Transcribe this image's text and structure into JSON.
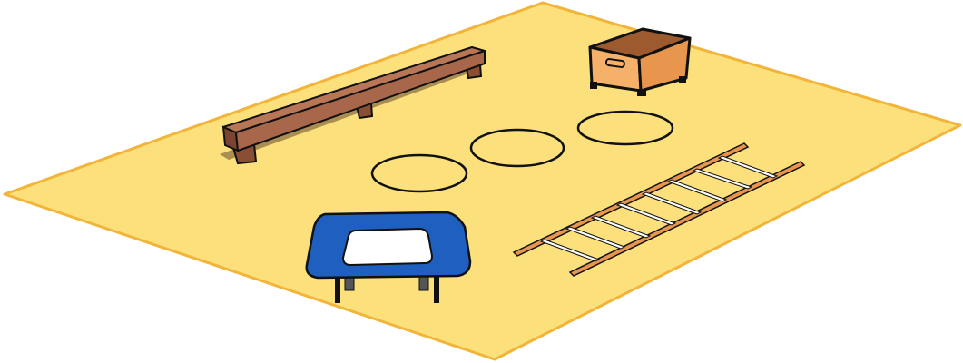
{
  "scene": {
    "description_visible_text": "",
    "colors": {
      "mat_fill": "#FBE07C",
      "mat_edge": "#F2B53A",
      "bench_wood": "#A8674A",
      "bench_dark": "#7A4430",
      "box_top": "#9C5A2E",
      "box_front": "#F5B06A",
      "box_side": "#E8964E",
      "trampoline_frame": "#1F5FBF",
      "trampoline_bed": "#FFFFFF",
      "ladder_rail": "#E8964E",
      "ladder_rung": "#FFFFFF",
      "outline": "#111111"
    },
    "objects": [
      {
        "name": "balance-bench",
        "icon": "bench-icon"
      },
      {
        "name": "vaulting-box",
        "icon": "box-icon"
      },
      {
        "name": "hoop-1",
        "icon": "hoop-icon"
      },
      {
        "name": "hoop-2",
        "icon": "hoop-icon"
      },
      {
        "name": "hoop-3",
        "icon": "hoop-icon"
      },
      {
        "name": "mini-trampoline",
        "icon": "trampoline-icon"
      },
      {
        "name": "agility-ladder",
        "icon": "ladder-icon"
      }
    ]
  }
}
